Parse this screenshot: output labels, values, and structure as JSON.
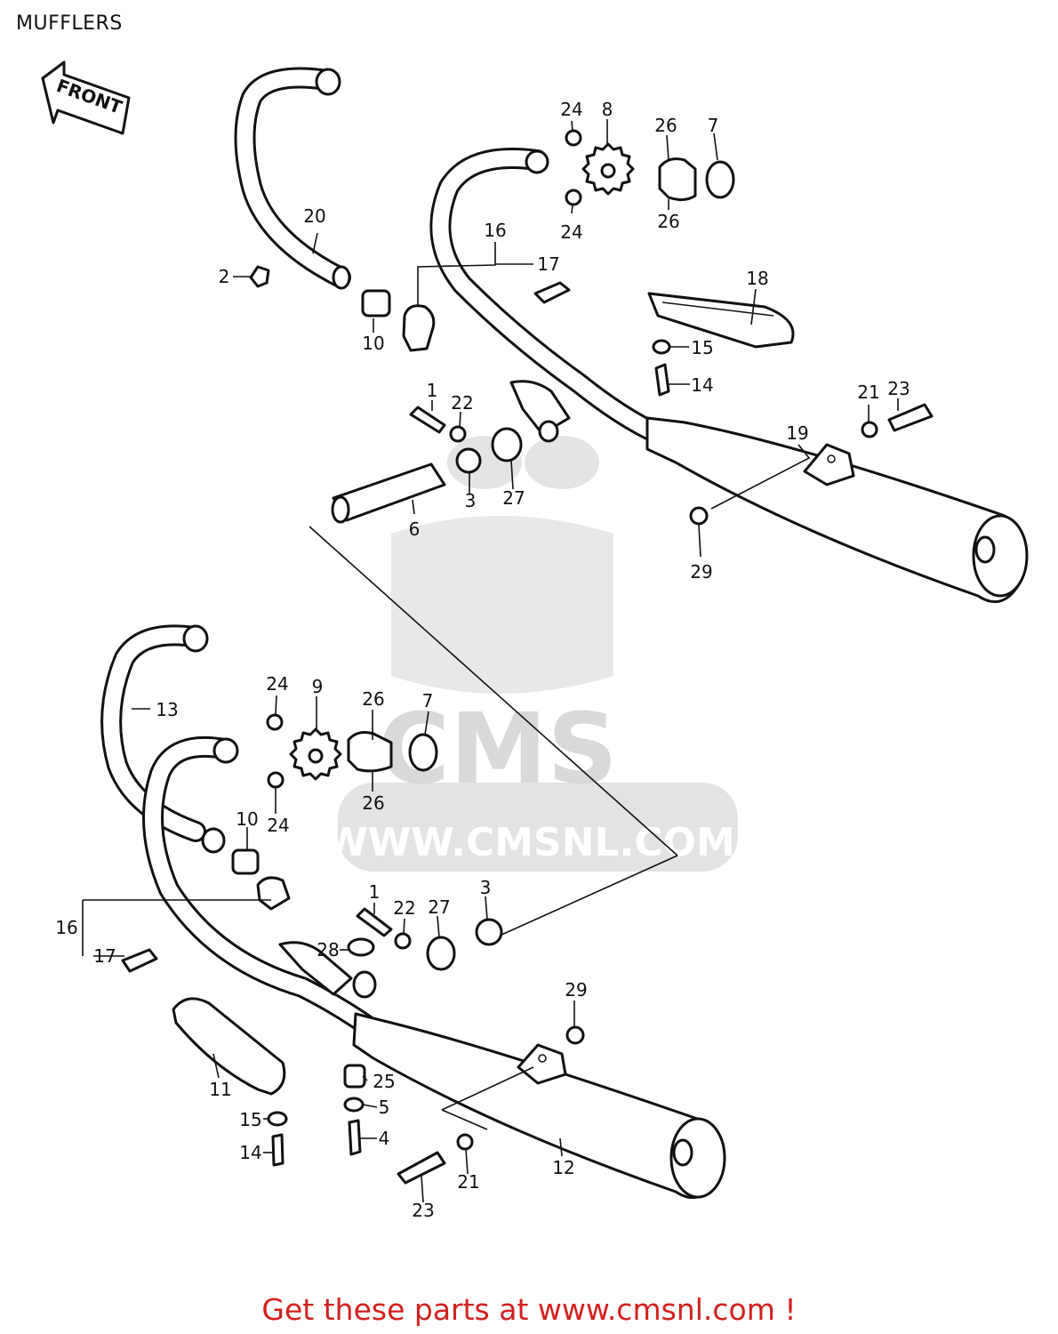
{
  "header": {
    "title": "MUFFLERS"
  },
  "front_arrow": {
    "label": "FRONT"
  },
  "watermark": {
    "brand": "CMS",
    "url": "WWW.CMSNL.COM"
  },
  "footer": {
    "link_text": "Get these parts at www.cmsnl.com !"
  },
  "colors": {
    "footer_text": "#d32020",
    "line_art": "#111111",
    "watermark": "#d9d9d9"
  },
  "callouts": {
    "upper": {
      "c24a": "24",
      "c8": "8",
      "c26a": "26",
      "c7": "7",
      "c24b": "24",
      "c26b": "26",
      "c20": "20",
      "c16": "16",
      "c17": "17",
      "c2": "2",
      "c10": "10",
      "c18": "18",
      "c15": "15",
      "c14": "14",
      "c1": "1",
      "c22": "22",
      "c21": "21",
      "c23": "23",
      "c19": "19",
      "c3": "3",
      "c27": "27",
      "c6": "6",
      "c29": "29"
    },
    "lower": {
      "c24a": "24",
      "c9": "9",
      "c26a": "26",
      "c7": "7",
      "c13": "13",
      "c24b": "24",
      "c26b": "26",
      "c10": "10",
      "c16": "16",
      "c17": "17",
      "c1": "1",
      "c22": "22",
      "c27": "27",
      "c3": "3",
      "c28": "28",
      "c29": "29",
      "c25": "25",
      "c11": "11",
      "c5": "5",
      "c15": "15",
      "c4": "4",
      "c14": "14",
      "c21": "21",
      "c12": "12",
      "c23": "23"
    }
  }
}
